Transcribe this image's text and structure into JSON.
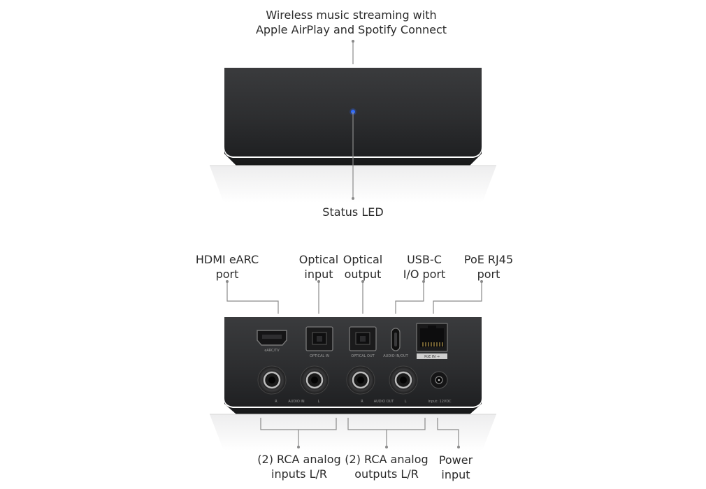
{
  "front_view": {
    "top_label": "Wireless music streaming with\nApple AirPlay and Spotify Connect",
    "led_label": "Status LED"
  },
  "rear_view": {
    "top_callouts": {
      "hdmi": "HDMI eARC\nport",
      "optical_in": "Optical\ninput",
      "optical_out": "Optical\noutput",
      "usbc": "USB-C\nI/O port",
      "poe": "PoE RJ45\nport"
    },
    "bottom_callouts": {
      "rca_in": "(2) RCA analog\ninputs L/R",
      "rca_out": "(2) RCA analog\noutputs L/R",
      "power": "Power\ninput"
    },
    "panel_labels": {
      "earc": "eARC/TV",
      "optical_in": "OPTICAL IN",
      "optical_out": "OPTICAL OUT",
      "audio_io": "AUDIO IN/OUT",
      "poe_in": "PoE IN →",
      "r_in": "R",
      "audio_in": "AUDIO IN",
      "l_in": "L",
      "r_out": "R",
      "audio_out": "AUDIO OUT",
      "l_out": "L",
      "power_spec": "Input: 12VDC"
    }
  },
  "colors": {
    "device_body": "#2e2f31",
    "device_dark": "#232426",
    "led": "#2f6bff",
    "leader_line": "#8a8a8a"
  }
}
